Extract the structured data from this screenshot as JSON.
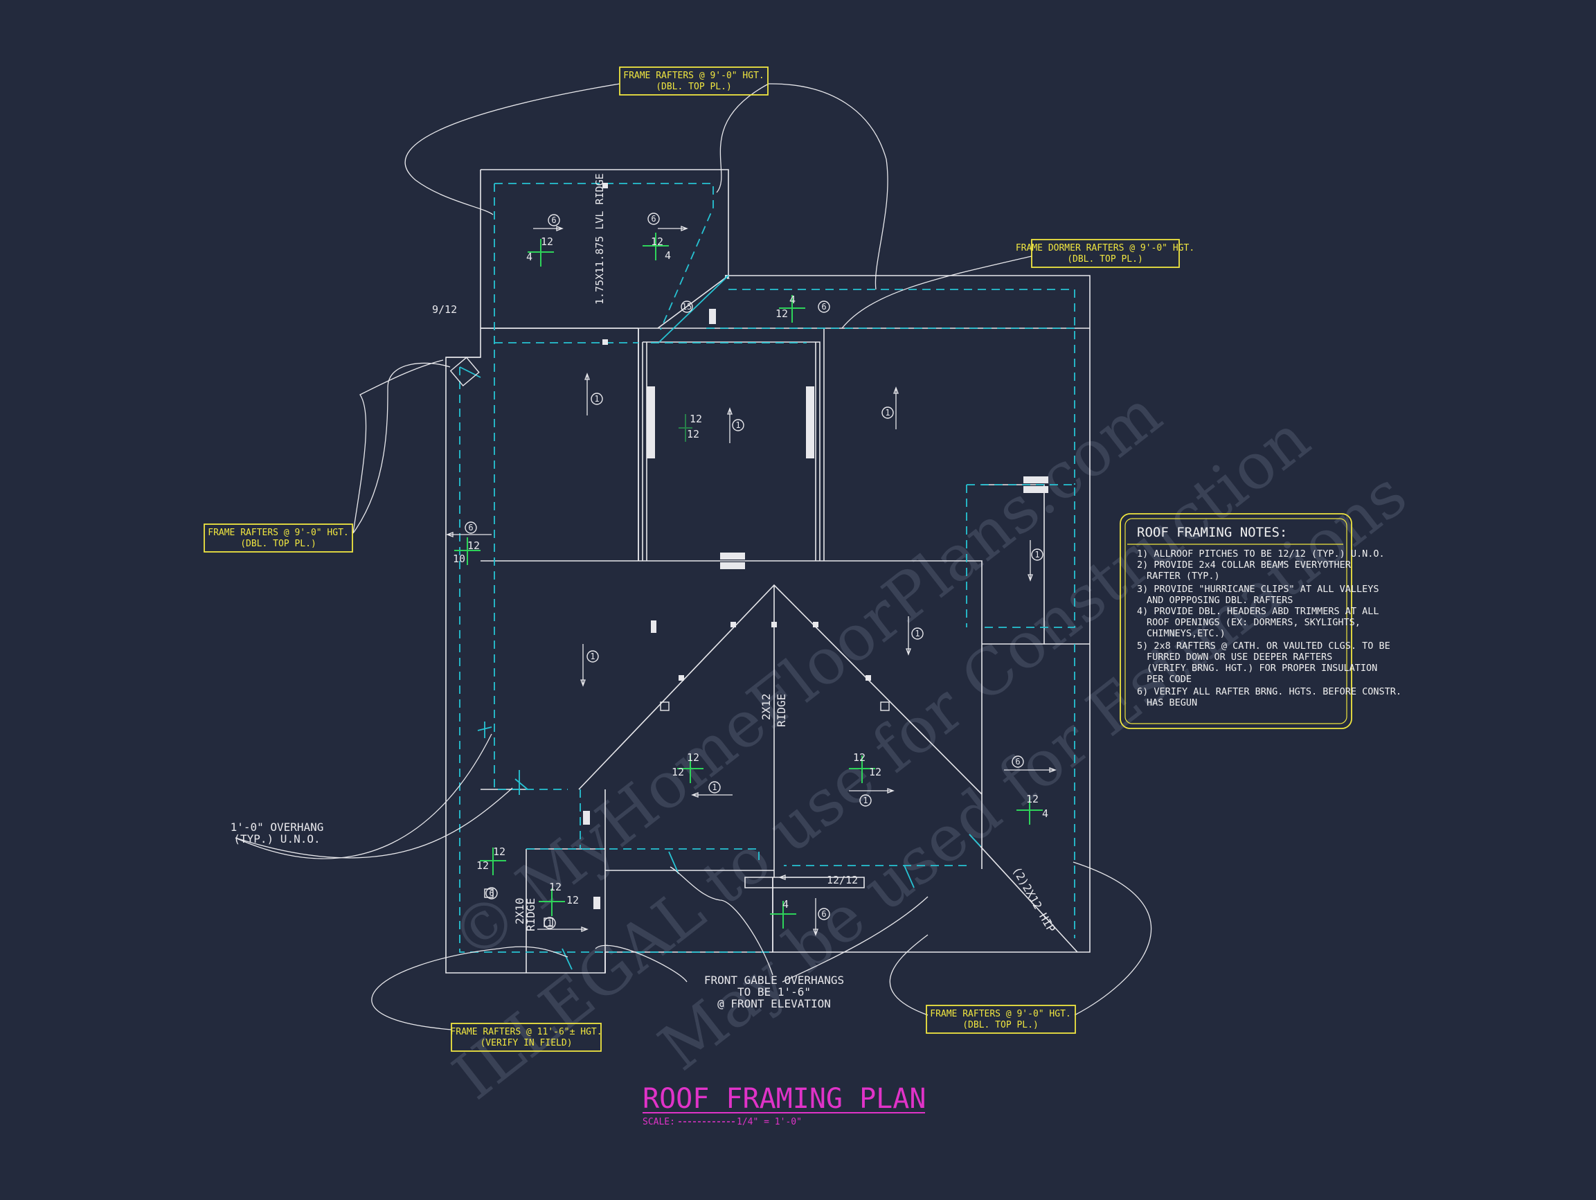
{
  "watermark": {
    "line1": "© MyHomeFloorPlans.com",
    "line2": "ILLEGAL to use for Construction",
    "line3": "May be used for Estimations"
  },
  "title": "ROOF FRAMING PLAN",
  "scale": {
    "label": "SCALE:",
    "value": "1/4\" = 1'-0\""
  },
  "callouts": [
    {
      "id": "top",
      "l1": "FRAME RAFTERS @ 9'-0\" HGT.",
      "l2": "(DBL. TOP PL.)"
    },
    {
      "id": "dormer",
      "l1": "FRAME DORMER RAFTERS @ 9'-0\" HGT.",
      "l2": "(DBL. TOP PL.)"
    },
    {
      "id": "left",
      "l1": "FRAME RAFTERS @ 9'-0\" HGT.",
      "l2": "(DBL. TOP PL.)"
    },
    {
      "id": "bottom-left",
      "l1": "FRAME RAFTERS @ 11'-6\"± HGT.",
      "l2": "(VERIFY IN FIELD)"
    },
    {
      "id": "bottom-right",
      "l1": "FRAME RAFTERS @ 9'-0\" HGT.",
      "l2": "(DBL. TOP PL.)"
    }
  ],
  "labels": {
    "overhang1": "1'-0\" OVERHANG",
    "overhang2": "(TYP.) U.N.O.",
    "gable1": "FRONT GABLE OVERHANGS",
    "gable2": "TO BE 1'-6\"",
    "gable3": "@ FRONT ELEVATION",
    "pitch_9_12": "9/12",
    "ridge_2x12": "2X12",
    "ridge_2x12_word": "RIDGE",
    "ridge_2x10": "2X10",
    "ridge_2x10_word": "RIDGE",
    "lvl_ridge": "1.75X11.875 LVL RIDGE",
    "hip": "(2)2X12 HIP",
    "pitch_12_12": "12/12"
  },
  "notes": {
    "title": "ROOF FRAMING NOTES:",
    "items": [
      "1) ALLROOF PITCHES TO BE 12/12 (TYP.) U.N.O.",
      "2) PROVIDE 2x4 COLLAR BEAMS EVERYOTHER",
      "RAFTER (TYP.)",
      "3) PROVIDE \"HURRICANE CLIPS\" AT ALL VALLEYS",
      "AND OPPPOSING DBL. RAFTERS",
      "4) PROVIDE DBL. HEADERS ABD TRIMMERS AT ALL",
      "ROOF OPENINGS (EX: DORMERS, SKYLIGHTS,",
      "CHIMNEYS,ETC.)",
      "5) 2x8 RAFTERS @ CATH. OR VAULTED CLGS. TO BE",
      "FURRED DOWN OR USE DEEPER RAFTERS",
      "(VERIFY BRNG. HGT.) FOR PROPER INSULATION",
      "PER CODE",
      "6) VERIFY ALL RAFTER BRNG. HGTS. BEFORE CONSTR.",
      "HAS BEGUN"
    ]
  },
  "colors": {
    "background": "#232a3d",
    "lines": "#e8e8ec",
    "overhang": "#27c3d3",
    "pitch": "#2ed45a",
    "callout": "#f0e640",
    "title": "#e033c8",
    "notes_border": "#f0e640"
  }
}
